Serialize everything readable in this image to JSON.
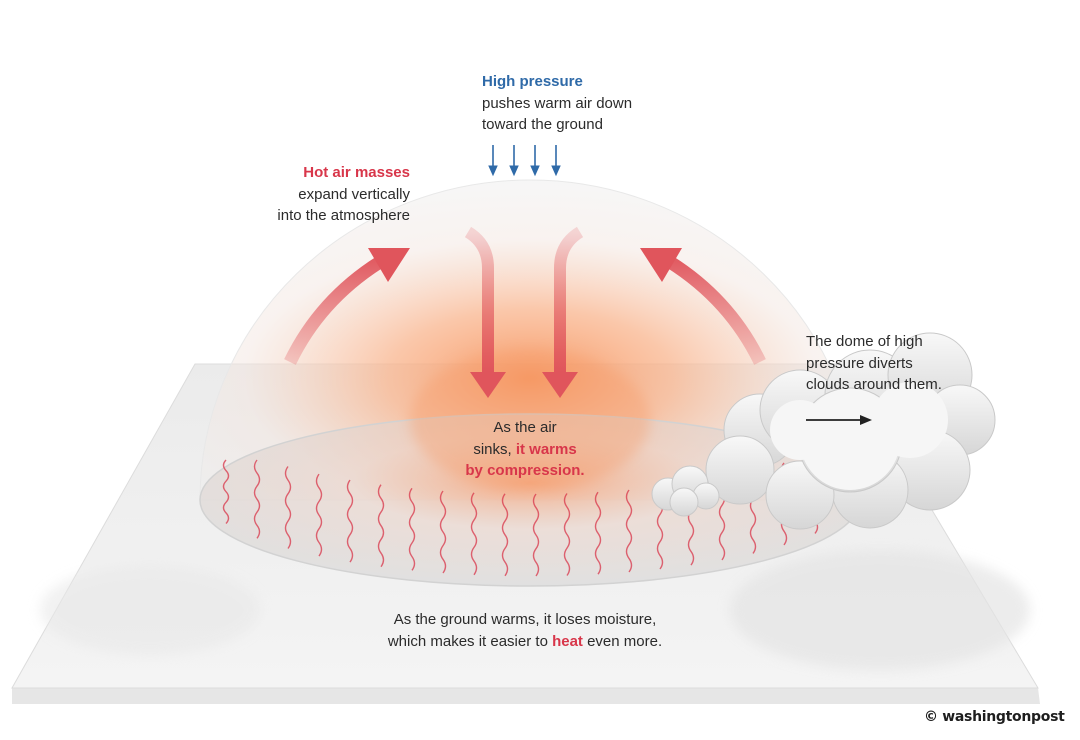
{
  "high_pressure": {
    "title": "High pressure",
    "line1": "pushes warm air down",
    "line2": "toward the ground"
  },
  "hot_air": {
    "title": "Hot air masses",
    "line1": "expand vertically",
    "line2": "into the atmosphere"
  },
  "sinking": {
    "line1": "As the air",
    "line2_prefix": "sinks, ",
    "line2_highlight": "it warms",
    "line3_highlight": "by compression."
  },
  "dome_note": {
    "line1": "The dome of high",
    "line2": "pressure diverts",
    "line3": "clouds around them."
  },
  "ground_note": {
    "line1": "As the ground warms, it loses moisture,",
    "line2_prefix": "which makes it easier to ",
    "line2_highlight": "heat",
    "line2_suffix": " even more."
  },
  "credit": {
    "symbol": "©",
    "text": "washingtonpost"
  },
  "colors": {
    "heat_red": "#d8364a",
    "arrow_red": "#e0555c",
    "pressure_blue": "#2f6aa8",
    "warm_orange": "#f7a77a"
  },
  "icons": [
    "down-arrow-icon",
    "curved-arrow-icon",
    "cloud-icon",
    "heat-wave-icon",
    "right-arrow-icon"
  ]
}
